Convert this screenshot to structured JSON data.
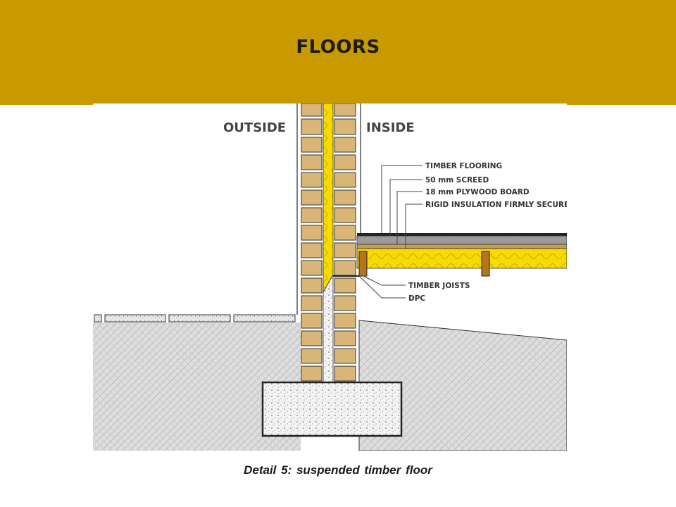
{
  "slide": {
    "title": "FLOORS",
    "caption": "Detail 5: suspended timber floor"
  },
  "diagram": {
    "side_labels": {
      "outside": "OUTSIDE",
      "inside": "INSIDE"
    },
    "callouts": {
      "timber_flooring": "TIMBER FLOORING",
      "screed": "50 mm SCREED",
      "plywood": "18 mm PLYWOOD BOARD",
      "insulation": "RIGID INSULATION FIRMLY SECURED",
      "joists": "TIMBER JOISTS",
      "dpc": "DPC"
    }
  },
  "colors": {
    "header": "#c99a00",
    "brick": "#d9b678",
    "insulation": "#f5d800",
    "ground": "#dedede",
    "screed": "#9a9a9a"
  }
}
